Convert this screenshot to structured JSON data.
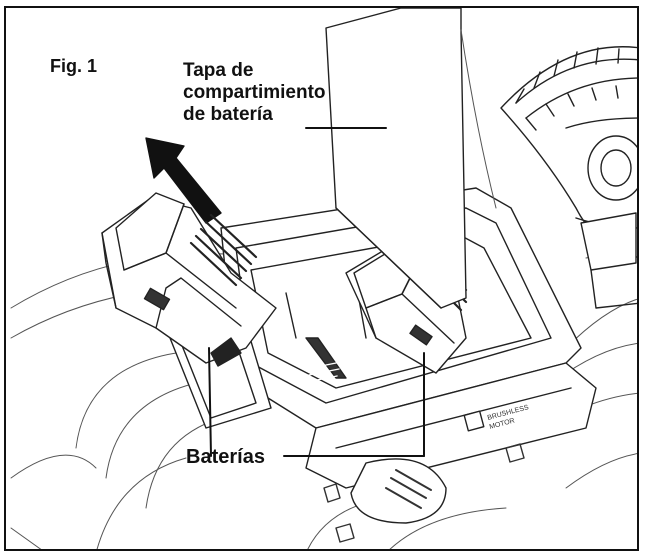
{
  "figure": {
    "number_label": "Fig. 1",
    "cover_label": [
      "Tapa de",
      "compartimiento",
      "de batería"
    ],
    "batteries_label": "Baterías"
  }
}
